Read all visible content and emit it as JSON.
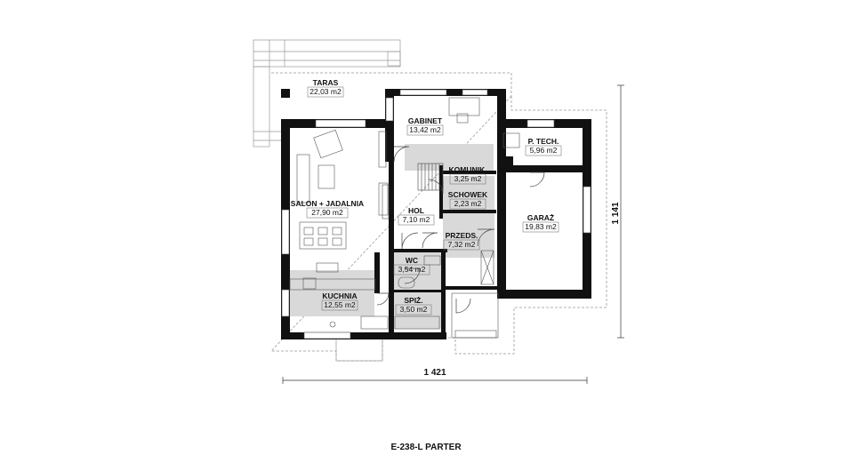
{
  "plan_title": "E-238-L PARTER",
  "dimensions": {
    "width": "1 421",
    "depth": "1 141"
  },
  "rooms": [
    {
      "id": "taras",
      "name": "TARAS",
      "area": "22,03 m2"
    },
    {
      "id": "gabinet",
      "name": "GABINET",
      "area": "13,42 m2"
    },
    {
      "id": "ptech",
      "name": "P. TECH.",
      "area": "5,96 m2"
    },
    {
      "id": "komunik",
      "name": "KOMUNIK.",
      "area": "3,25 m2"
    },
    {
      "id": "schowek",
      "name": "SCHOWEK",
      "area": "2,23 m2"
    },
    {
      "id": "salon",
      "name": "SALON + JADALNIA",
      "area": "27,90 m2"
    },
    {
      "id": "hol",
      "name": "HOL",
      "area": "7,10 m2"
    },
    {
      "id": "garaz",
      "name": "GARAŻ",
      "area": "19,83 m2"
    },
    {
      "id": "przeds",
      "name": "PRZEDS.",
      "area": "7,32 m2"
    },
    {
      "id": "wc",
      "name": "WC",
      "area": "3,54 m2"
    },
    {
      "id": "kuchnia",
      "name": "KUCHNIA",
      "area": "12,55 m2"
    },
    {
      "id": "spiz",
      "name": "SPIŻ.",
      "area": "3,50 m2"
    }
  ],
  "colors": {
    "wall": "#111111",
    "floor_tile": "#d9d9d9",
    "outline": "#999999",
    "line": "#444444"
  }
}
